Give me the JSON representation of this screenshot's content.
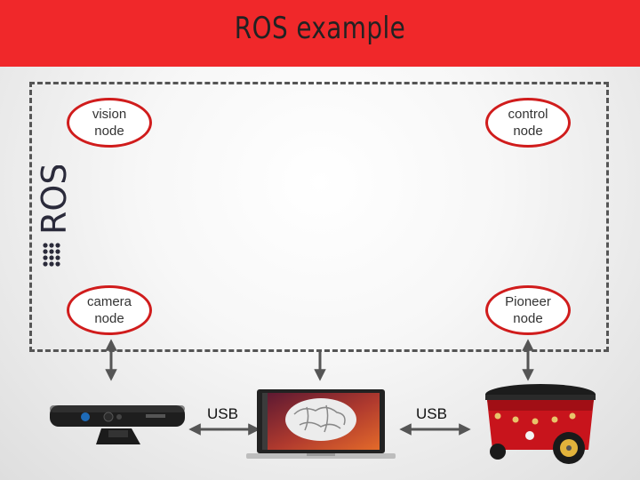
{
  "title": "ROS example",
  "ros_logo_text": "ROS",
  "nodes": {
    "vision": "vision\nnode",
    "control": "control\nnode",
    "camera": "camera\nnode",
    "pioneer": "Pioneer\nnode"
  },
  "usb_labels": [
    "USB",
    "USB"
  ],
  "colors": {
    "title_bar": "#f0282a",
    "node_border": "#d01c1c",
    "frame": "#555555"
  }
}
